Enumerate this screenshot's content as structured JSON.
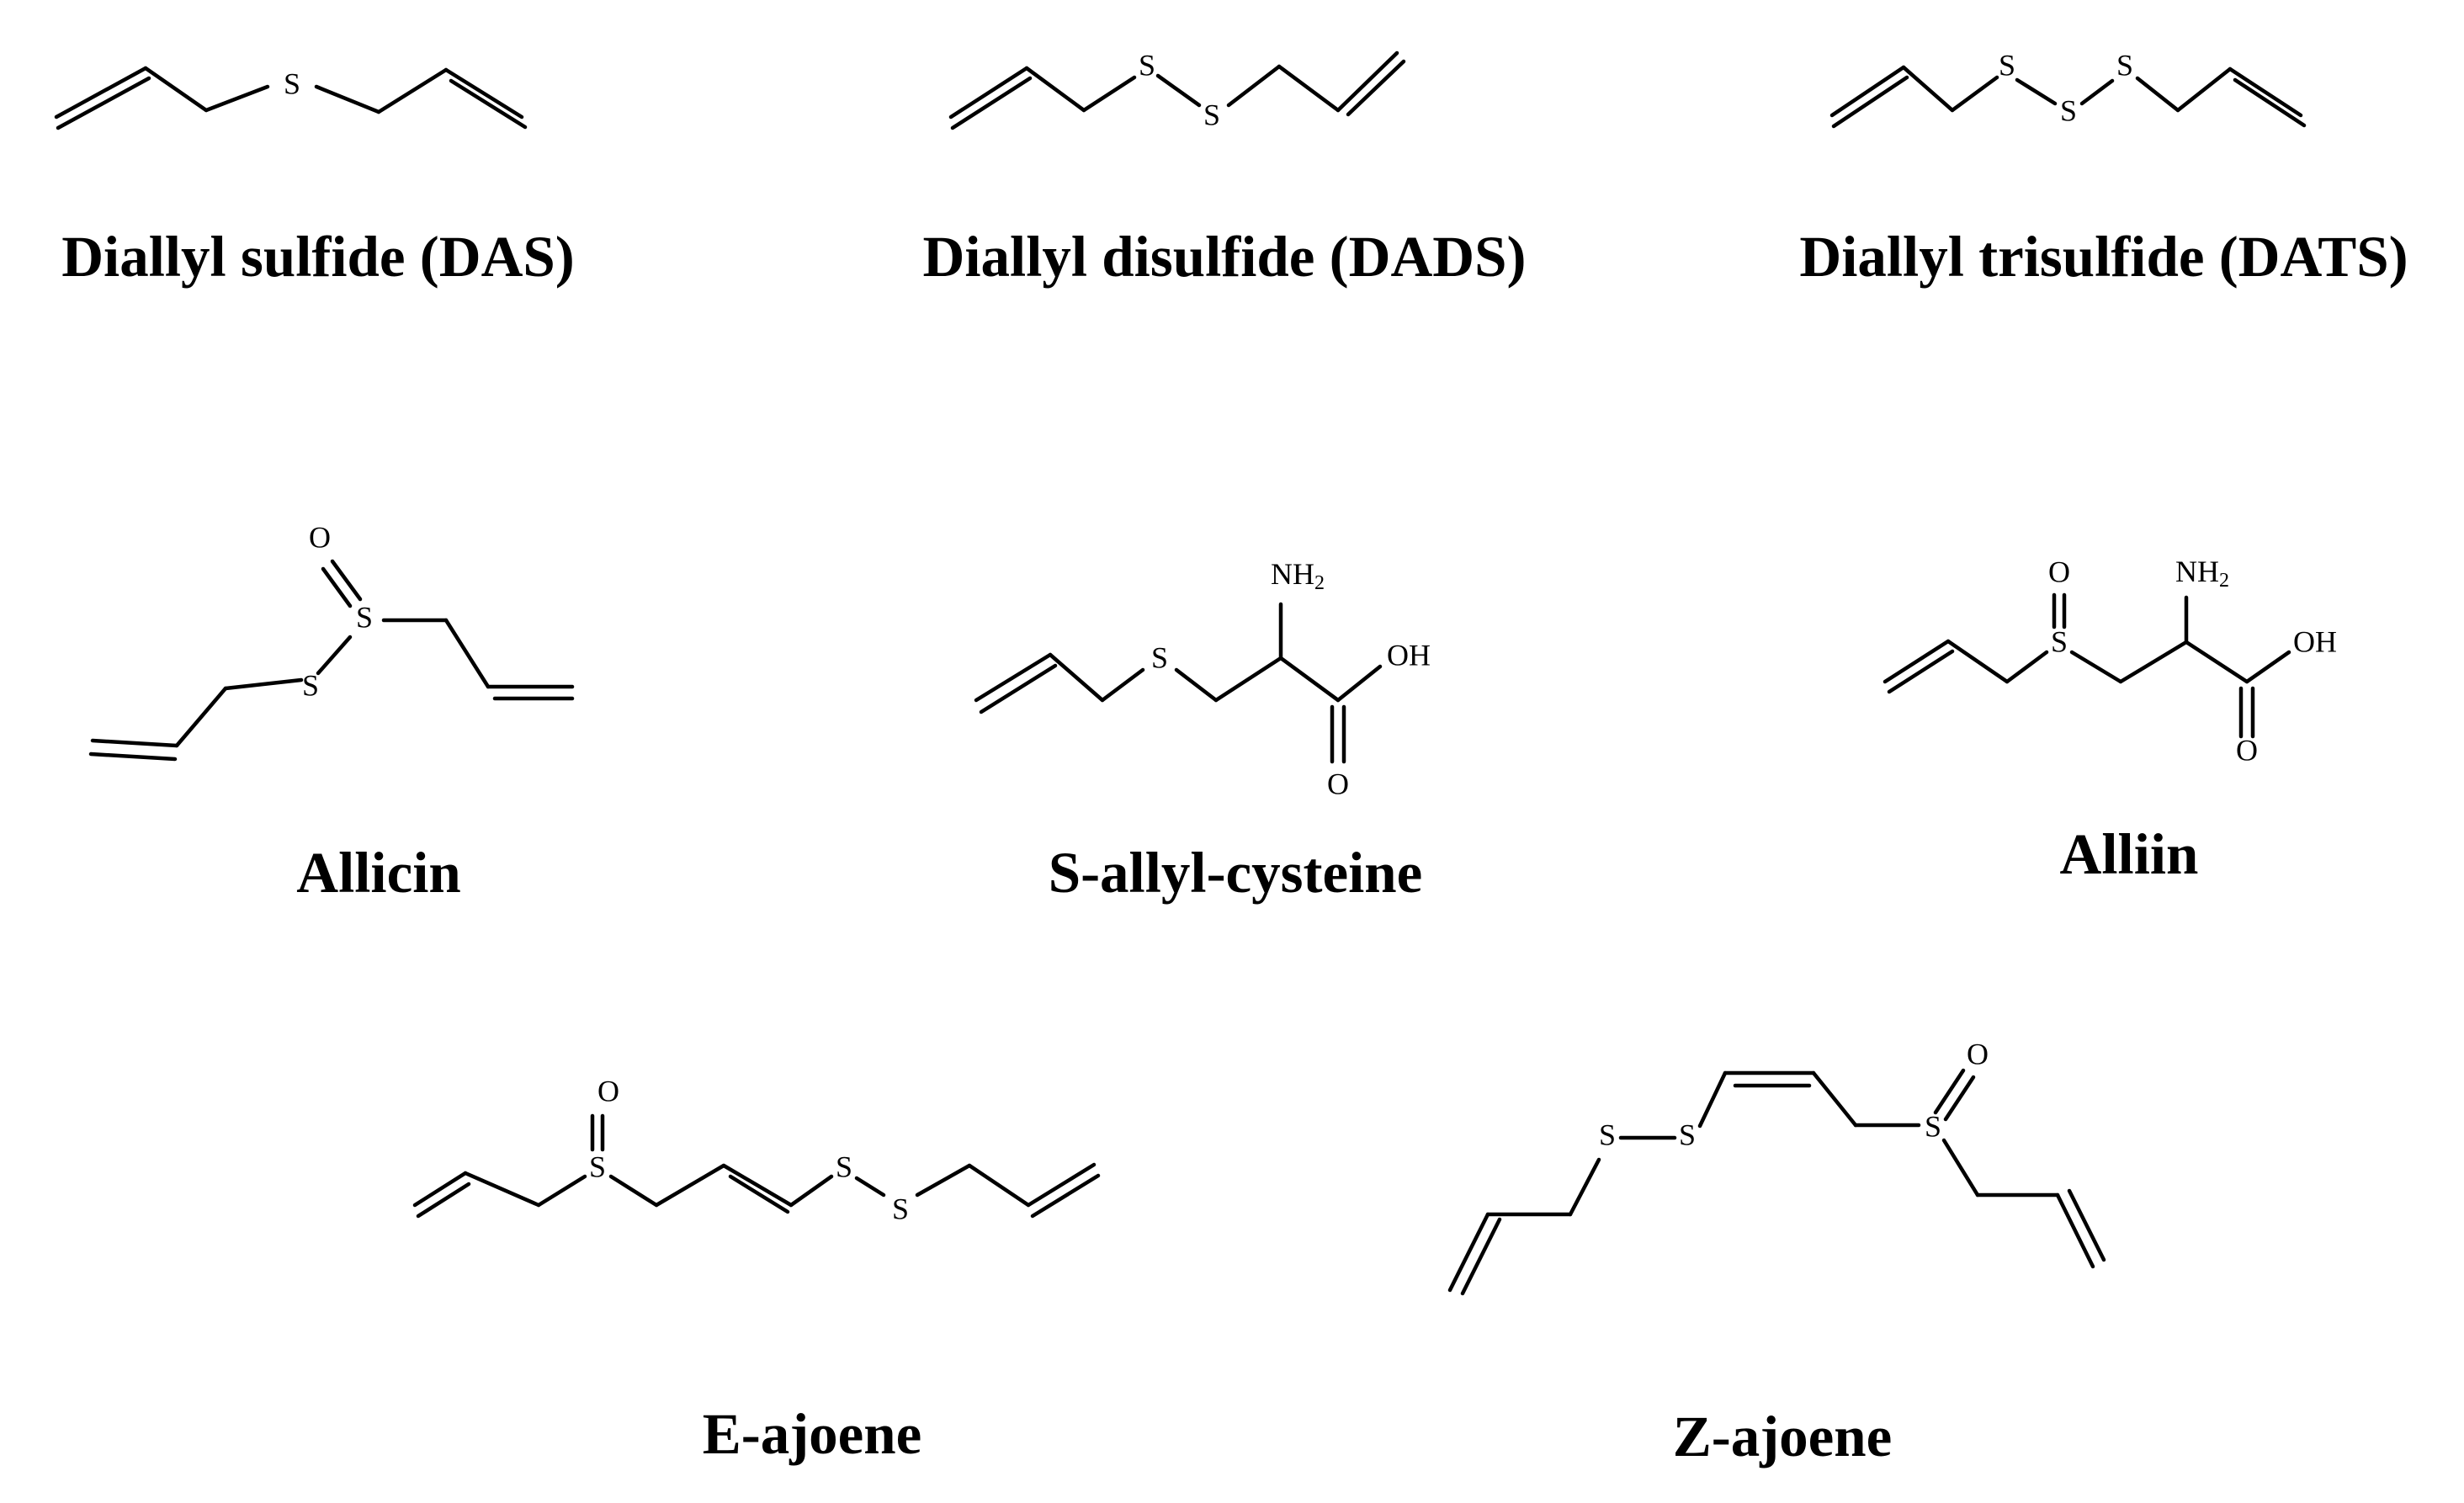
{
  "compounds": [
    {
      "name": "Diallyl sulfide (DAS)",
      "atoms": {
        "s1": "S"
      }
    },
    {
      "name": "Diallyl disulfide (DADS)",
      "atoms": {
        "s1": "S",
        "s2": "S"
      }
    },
    {
      "name": "Diallyl trisulfide (DATS)",
      "atoms": {
        "s1": "S",
        "s2": "S",
        "s3": "S"
      }
    },
    {
      "name": "Allicin",
      "atoms": {
        "o1": "O",
        "s1": "S",
        "s2": "S"
      }
    },
    {
      "name": "S-allyl-cysteine",
      "atoms": {
        "nh": "NH",
        "nh_sub": "2",
        "s1": "S",
        "oh": "OH",
        "o1": "O"
      }
    },
    {
      "name": "Alliin",
      "atoms": {
        "o1": "O",
        "s1": "S",
        "nh": "NH",
        "nh_sub": "2",
        "oh": "OH",
        "o2": "O"
      }
    },
    {
      "name": "E-ajoene",
      "atoms": {
        "o1": "O",
        "s1": "S",
        "s2": "S",
        "s3": "S"
      }
    },
    {
      "name": "Z-ajoene",
      "atoms": {
        "s1": "S",
        "s2": "S",
        "s3": "S",
        "o1": "O"
      }
    }
  ]
}
